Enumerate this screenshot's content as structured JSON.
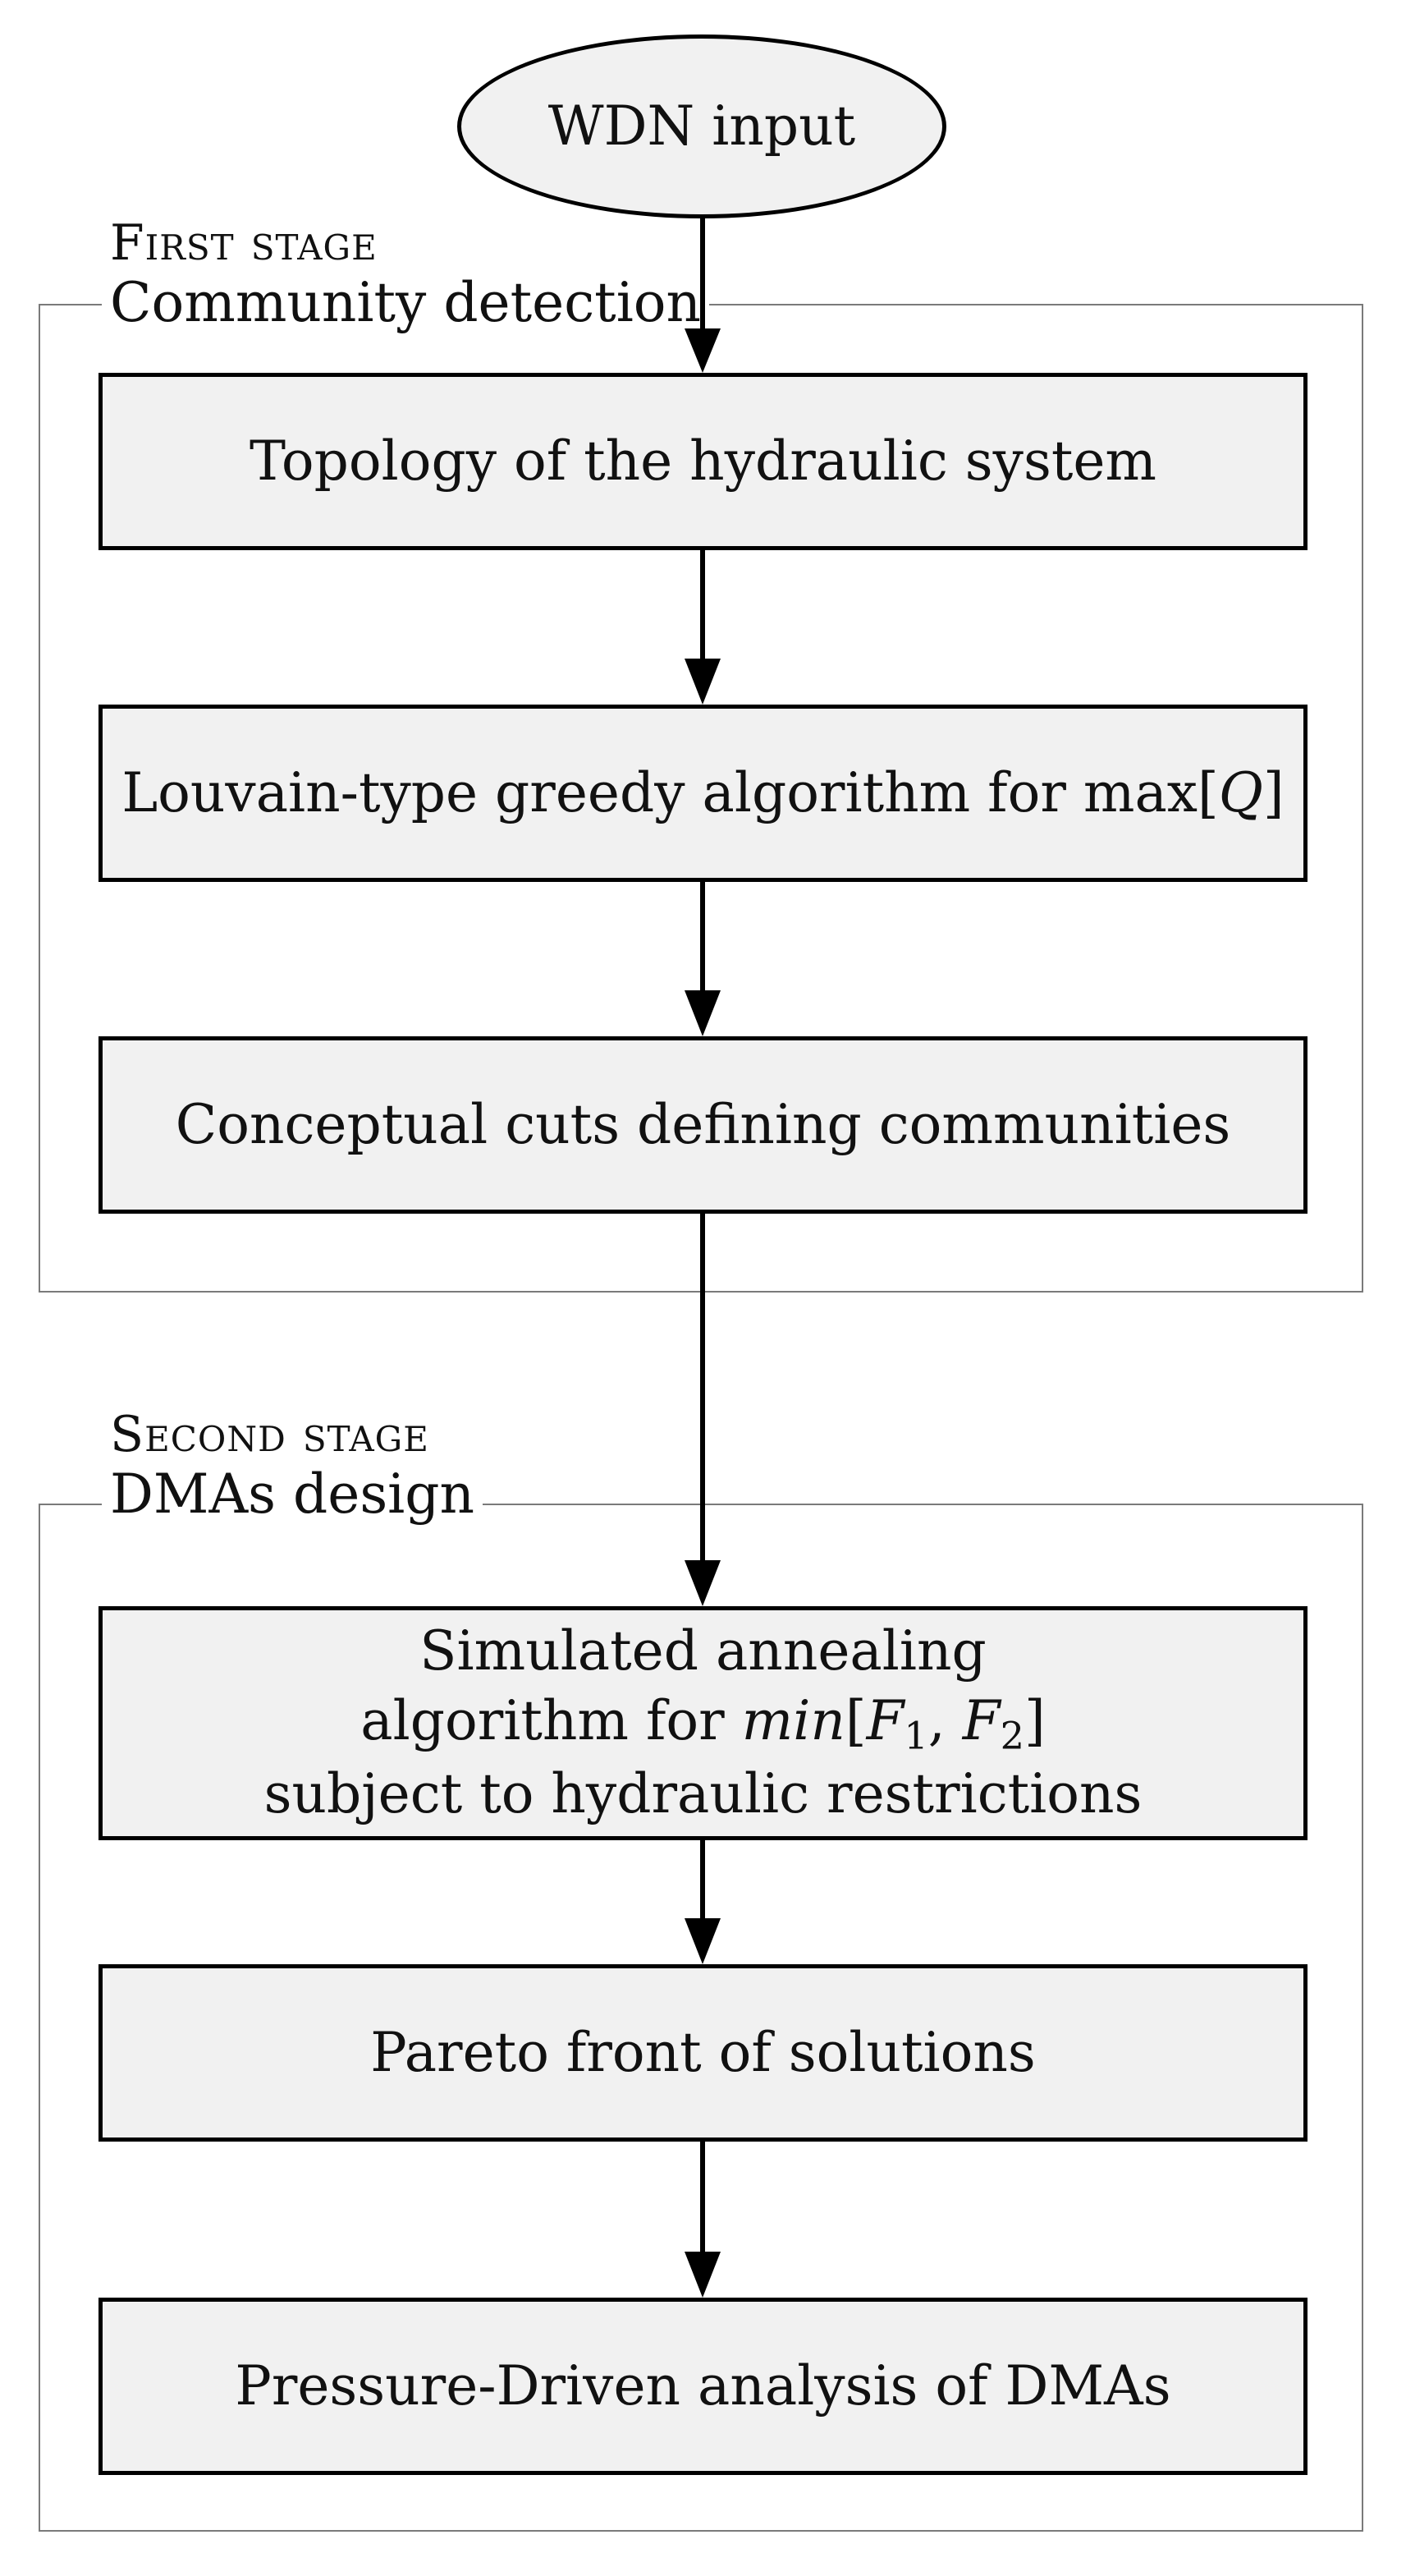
{
  "start": {
    "label": "WDN input"
  },
  "stage1": {
    "name": "First stage",
    "title": "Community detection",
    "steps": [
      {
        "label": "Topology of the hydraulic system"
      },
      {
        "label": "Louvain-type greedy algorithm for max[",
        "math": "Q",
        "tail": "]"
      },
      {
        "label": "Conceptual cuts defining communities"
      }
    ]
  },
  "stage2": {
    "name": "Second stage",
    "title": "DMAs design",
    "annealing": {
      "line1": "Simulated annealing",
      "line2_text": "algorithm for ",
      "line2_math_fn": "min",
      "line2_math_a": "F",
      "line2_sub_a": "1",
      "line2_math_b": "F",
      "line2_sub_b": "2",
      "line3": "subject to hydraulic restrictions"
    },
    "steps": [
      {
        "label": "Pareto front of solutions"
      },
      {
        "label": "Pressure-Driven analysis of DMAs"
      }
    ]
  }
}
